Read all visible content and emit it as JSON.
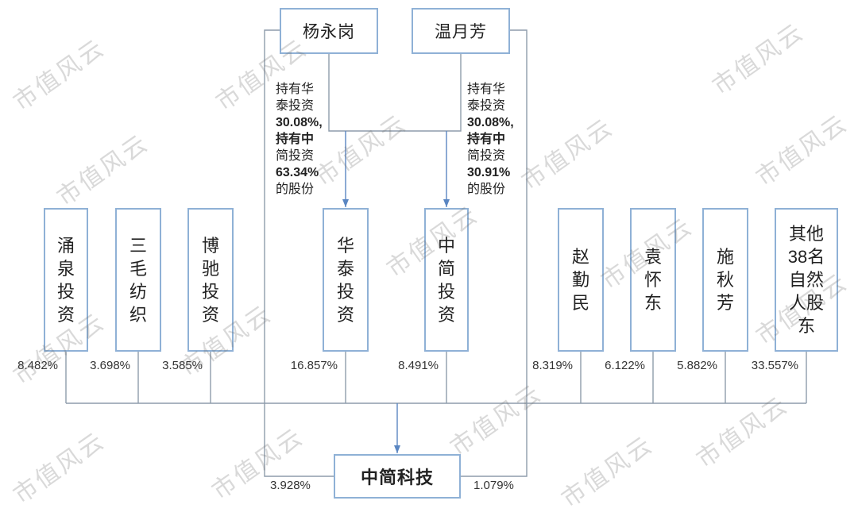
{
  "watermark": "市值风云",
  "owners": [
    {
      "name": "杨永岗",
      "note_lines": [
        "持有华",
        "泰投资",
        "30.08%,",
        "持有中",
        "简投资",
        "63.34%",
        "的股份"
      ],
      "direct_share": "3.928%"
    },
    {
      "name": "温月芳",
      "note_lines": [
        "持有华",
        "泰投资",
        "30.08%,",
        "持有中",
        "简投资",
        "30.91%",
        "的股份"
      ],
      "direct_share": "1.079%"
    }
  ],
  "shareholders": [
    {
      "name": "涌泉投资",
      "share": "8.482%"
    },
    {
      "name": "三毛纺织",
      "share": "3.698%"
    },
    {
      "name": "博驰投资",
      "share": "3.585%"
    },
    {
      "name": "华泰投资",
      "share": "16.857%"
    },
    {
      "name": "中简投资",
      "share": "8.491%"
    },
    {
      "name": "赵勤民",
      "share": "8.319%"
    },
    {
      "name": "袁怀东",
      "share": "6.122%"
    },
    {
      "name": "施秋芳",
      "share": "5.882%"
    },
    {
      "name": "其他38名自然人股东",
      "share": "33.557%"
    }
  ],
  "target": {
    "name": "中简科技"
  },
  "colors": {
    "box_border": "#8fb1d6",
    "connector": "#8e9cab",
    "arrow": "#5a86c2",
    "text": "#222222"
  }
}
